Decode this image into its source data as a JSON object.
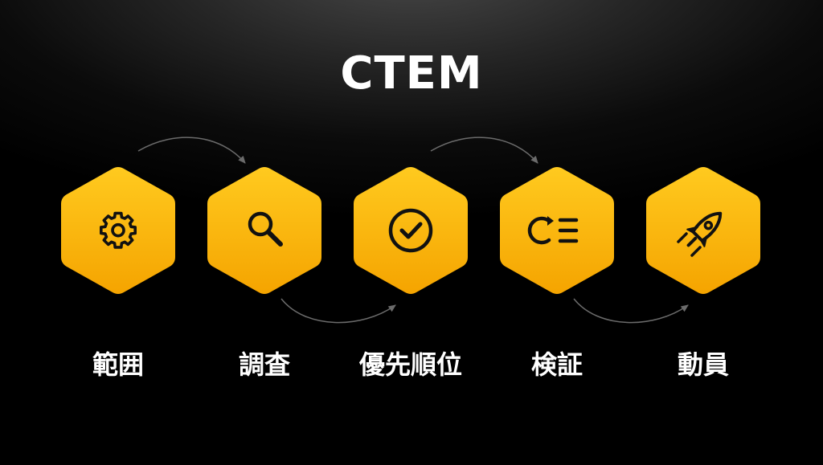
{
  "title": "CTEM",
  "steps": [
    {
      "label": "範囲",
      "icon": "gear-icon"
    },
    {
      "label": "調査",
      "icon": "magnifier-icon"
    },
    {
      "label": "優先順位",
      "icon": "check-circle-icon"
    },
    {
      "label": "検証",
      "icon": "refresh-list-icon"
    },
    {
      "label": "動員",
      "icon": "rocket-icon"
    }
  ],
  "colors": {
    "hexagon_top": "#ffca1f",
    "hexagon_bottom": "#f5a400",
    "icon": "#111111",
    "connector": "#6b6b6b"
  }
}
